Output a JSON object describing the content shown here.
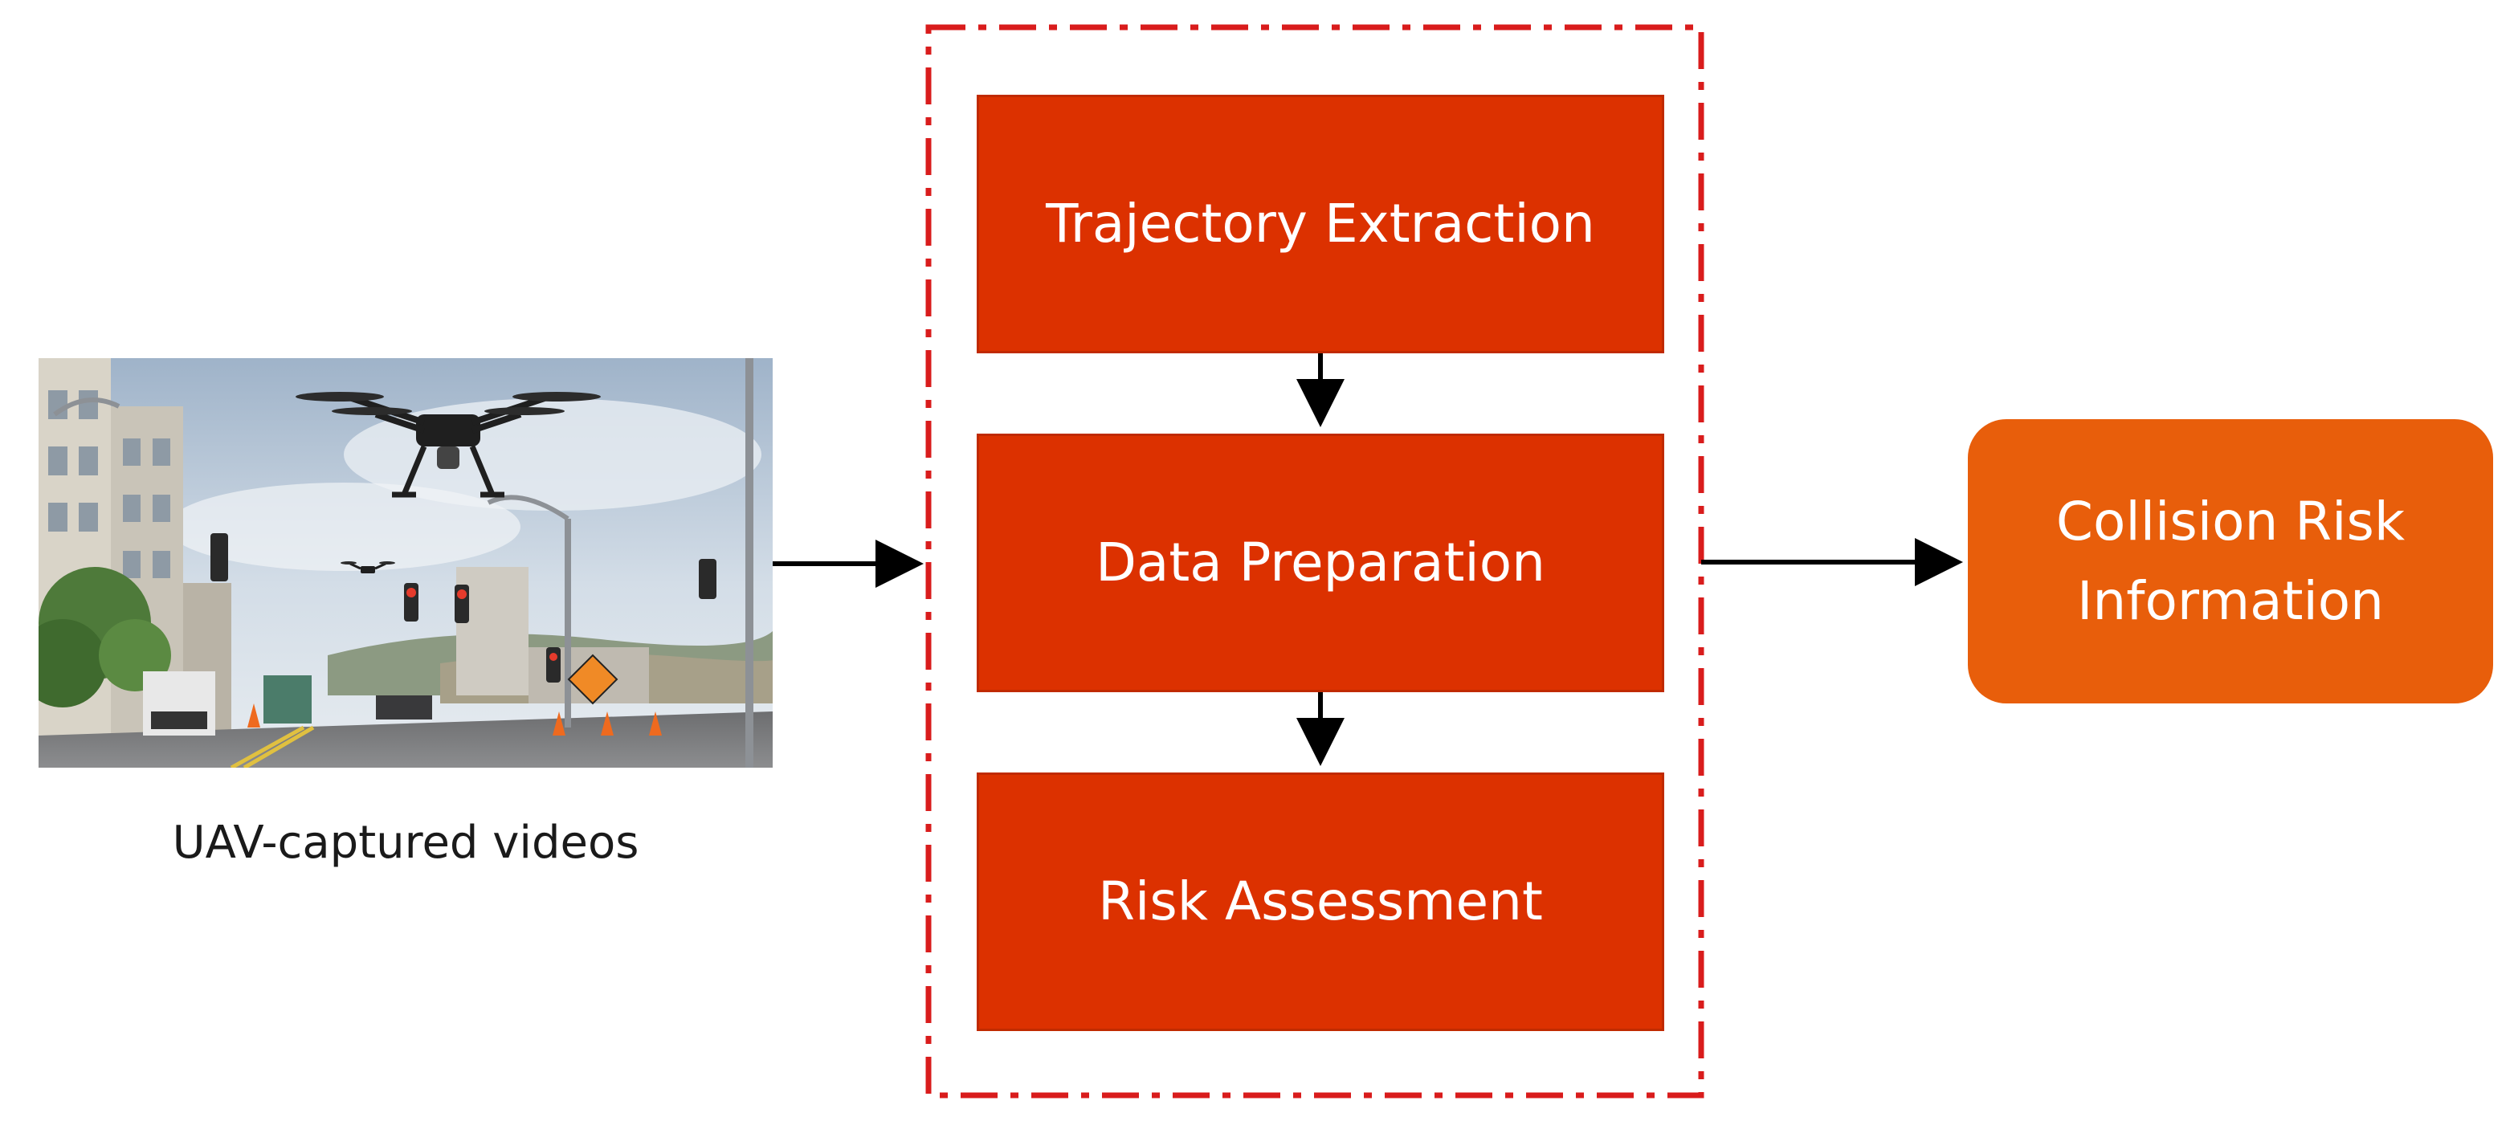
{
  "input": {
    "caption": "UAV-captured videos",
    "image_icon": "drone-street-photo"
  },
  "process": {
    "steps": [
      {
        "label": "Trajectory Extraction"
      },
      {
        "label": "Data Preparation"
      },
      {
        "label": "Risk Assessment"
      }
    ],
    "colors": {
      "step_fill": "#dc3100",
      "group_border": "#d91c1c"
    }
  },
  "output": {
    "label": "Collision Risk Information",
    "color": "#e85e0b"
  }
}
